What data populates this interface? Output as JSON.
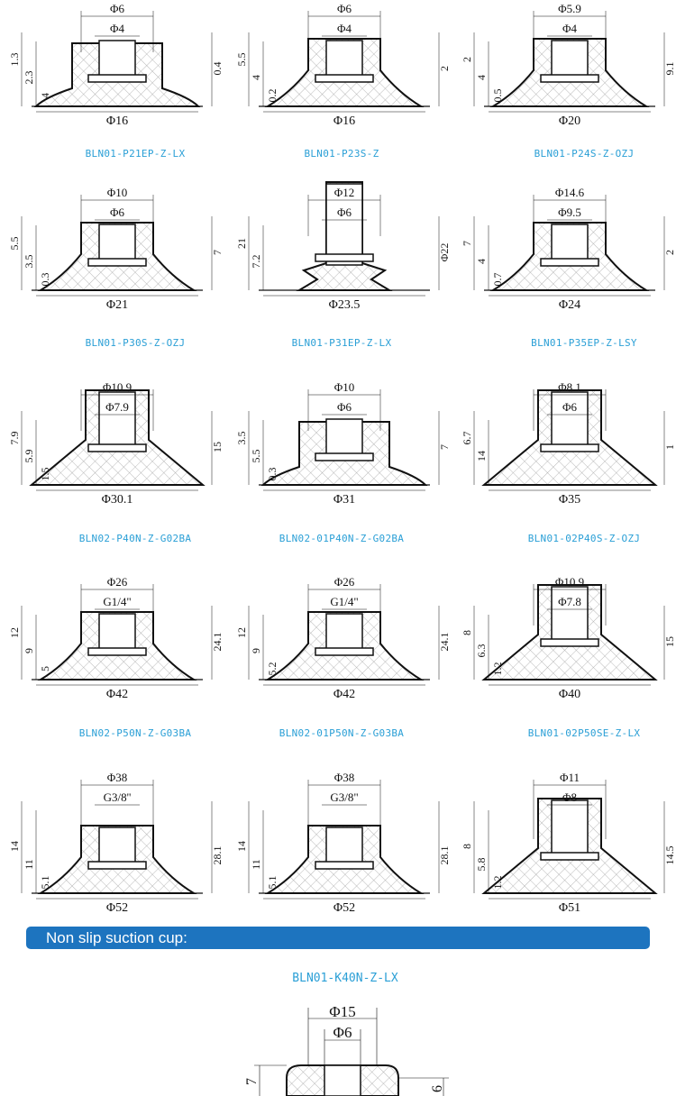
{
  "colors": {
    "model_text": "#2a9fd6",
    "banner_bg": "#1d74bf",
    "banner_text": "#ffffff",
    "hatch": "#9a9a9a"
  },
  "cups": [
    {
      "model": "BLN01-P21EP-Z-LX",
      "dims": [
        "Φ6",
        "Φ4",
        "1.3",
        "2.3",
        "0.4",
        "4",
        "Φ16"
      ]
    },
    {
      "model": "BLN01-P23S-Z",
      "dims": [
        "Φ6",
        "Φ4",
        "5.5",
        "4",
        "2",
        "0.2",
        "Φ16"
      ]
    },
    {
      "model": "BLN01-P24S-Z-OZJ",
      "dims": [
        "Φ5.9",
        "Φ4",
        "2",
        "4",
        "9.1",
        "0.5",
        "Φ20"
      ]
    },
    {
      "model": "BLN01-P30S-Z-OZJ",
      "dims": [
        "Φ10",
        "Φ6",
        "5.5",
        "3.5",
        "7",
        "0.3",
        "Φ21"
      ]
    },
    {
      "model": "BLN01-P31EP-Z-LX",
      "dims": [
        "Φ12",
        "Φ6",
        "21",
        "7.2",
        "Φ22",
        "Φ23.5"
      ]
    },
    {
      "model": "BLN01-P35EP-Z-LSY",
      "dims": [
        "Φ14.6",
        "Φ9.5",
        "7",
        "4",
        "2",
        "0.7",
        "Φ24"
      ]
    },
    {
      "model": "BLN02-P40N-Z-G02BA",
      "dims": [
        "Φ10.9",
        "Φ7.9",
        "7.9",
        "5.9",
        "15",
        "1.5",
        "Φ30.1"
      ]
    },
    {
      "model": "BLN02-01P40N-Z-G02BA",
      "dims": [
        "Φ10",
        "Φ6",
        "3.5",
        "5.5",
        "7",
        "0.3",
        "Φ31"
      ]
    },
    {
      "model": "BLN01-02P40S-Z-OZJ",
      "dims": [
        "Φ8.1",
        "Φ6",
        "6.7",
        "14",
        "1",
        "Φ35"
      ]
    },
    {
      "model": "BLN02-P50N-Z-G03BA",
      "dims": [
        "Φ26",
        "G1/4\"",
        "12",
        "9",
        "24.1",
        "5",
        "Φ42"
      ]
    },
    {
      "model": "BLN02-01P50N-Z-G03BA",
      "dims": [
        "Φ26",
        "G1/4\"",
        "12",
        "9",
        "24.1",
        "5.2",
        "Φ42"
      ]
    },
    {
      "model": "BLN01-02P50SE-Z-LX",
      "dims": [
        "Φ10.9",
        "Φ7.8",
        "8",
        "6.3",
        "15",
        "1.2",
        "Φ40"
      ]
    },
    {
      "model": "",
      "dims": [
        "Φ38",
        "G3/8''",
        "14",
        "11",
        "28.1",
        "5.1",
        "Φ52"
      ]
    },
    {
      "model": "",
      "dims": [
        "Φ38",
        "G3/8\"",
        "14",
        "11",
        "28.1",
        "5.1",
        "Φ52"
      ]
    },
    {
      "model": "",
      "dims": [
        "Φ11",
        "Φ8",
        "8",
        "5.8",
        "14.5",
        "1.2",
        "Φ51"
      ]
    }
  ],
  "section": {
    "title": "Non slip suction cup:",
    "model": "BLN01-K40N-Z-LX",
    "dims": [
      "Φ15",
      "Φ6",
      "7",
      "6"
    ]
  }
}
